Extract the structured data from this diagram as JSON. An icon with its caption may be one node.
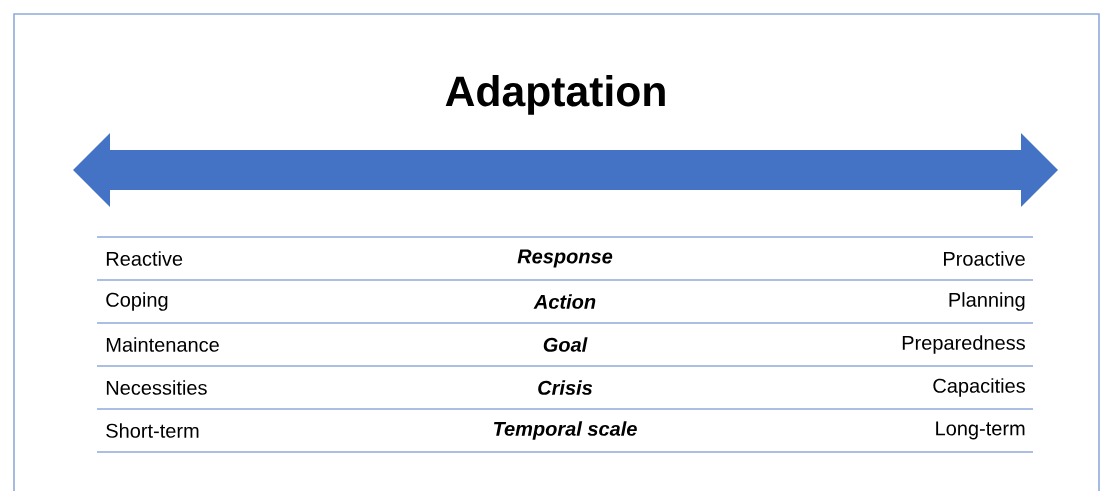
{
  "diagram": {
    "title": "Adaptation",
    "labels": [
      "Reactive",
      "Response",
      "Proactive",
      "Coping",
      "Action",
      "Planning",
      "Maintenance",
      "Goal",
      "Preparedness",
      "Necessities",
      "Crisis",
      "Capacities",
      "Short-term",
      "Temporal scale",
      "Long-term"
    ]
  }
}
